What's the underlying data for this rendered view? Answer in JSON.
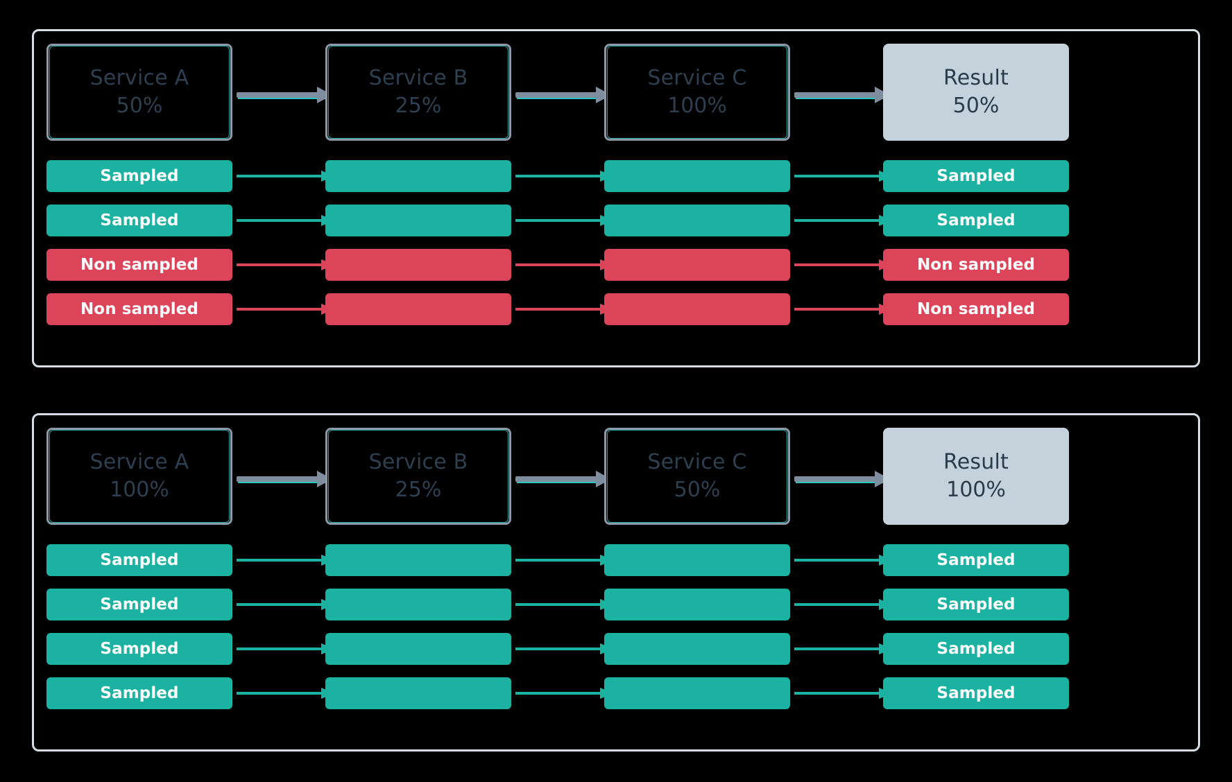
{
  "colors": {
    "background": "#000000",
    "panel_border": "#d6dde4",
    "service_border": "#8b99a8",
    "service_accent": "#27c6c0",
    "service_text": "#2e3f50",
    "result_fill": "#c5d2dc",
    "result_text": "#2b3b4a",
    "sampled": "#1cb2a2",
    "non_sampled": "#dc4459",
    "arrow_gray": "#7f8e9e",
    "bar_text": "#ffffff"
  },
  "labels": {
    "sampled": "Sampled",
    "non_sampled": "Non sampled",
    "blank": ""
  },
  "panels": [
    {
      "id": "panel-top",
      "services": [
        {
          "name": "Service A",
          "percent": "50%",
          "kind": "service"
        },
        {
          "name": "Service B",
          "percent": "25%",
          "kind": "service"
        },
        {
          "name": "Service C",
          "percent": "100%",
          "kind": "service"
        },
        {
          "name": "Result",
          "percent": "50%",
          "kind": "result"
        }
      ],
      "traces": [
        {
          "state": "sampled",
          "cells": [
            "Sampled",
            "",
            "",
            "Sampled"
          ]
        },
        {
          "state": "sampled",
          "cells": [
            "Sampled",
            "",
            "",
            "Sampled"
          ]
        },
        {
          "state": "non-sampled",
          "cells": [
            "Non sampled",
            "",
            "",
            "Non sampled"
          ]
        },
        {
          "state": "non-sampled",
          "cells": [
            "Non sampled",
            "",
            "",
            "Non sampled"
          ]
        }
      ]
    },
    {
      "id": "panel-bottom",
      "services": [
        {
          "name": "Service A",
          "percent": "100%",
          "kind": "service"
        },
        {
          "name": "Service B",
          "percent": "25%",
          "kind": "service"
        },
        {
          "name": "Service C",
          "percent": "50%",
          "kind": "service"
        },
        {
          "name": "Result",
          "percent": "100%",
          "kind": "result"
        }
      ],
      "traces": [
        {
          "state": "sampled",
          "cells": [
            "Sampled",
            "",
            "",
            "Sampled"
          ]
        },
        {
          "state": "sampled",
          "cells": [
            "Sampled",
            "",
            "",
            "Sampled"
          ]
        },
        {
          "state": "sampled",
          "cells": [
            "Sampled",
            "",
            "",
            "Sampled"
          ]
        },
        {
          "state": "sampled",
          "cells": [
            "Sampled",
            "",
            "",
            "Sampled"
          ]
        }
      ]
    }
  ]
}
